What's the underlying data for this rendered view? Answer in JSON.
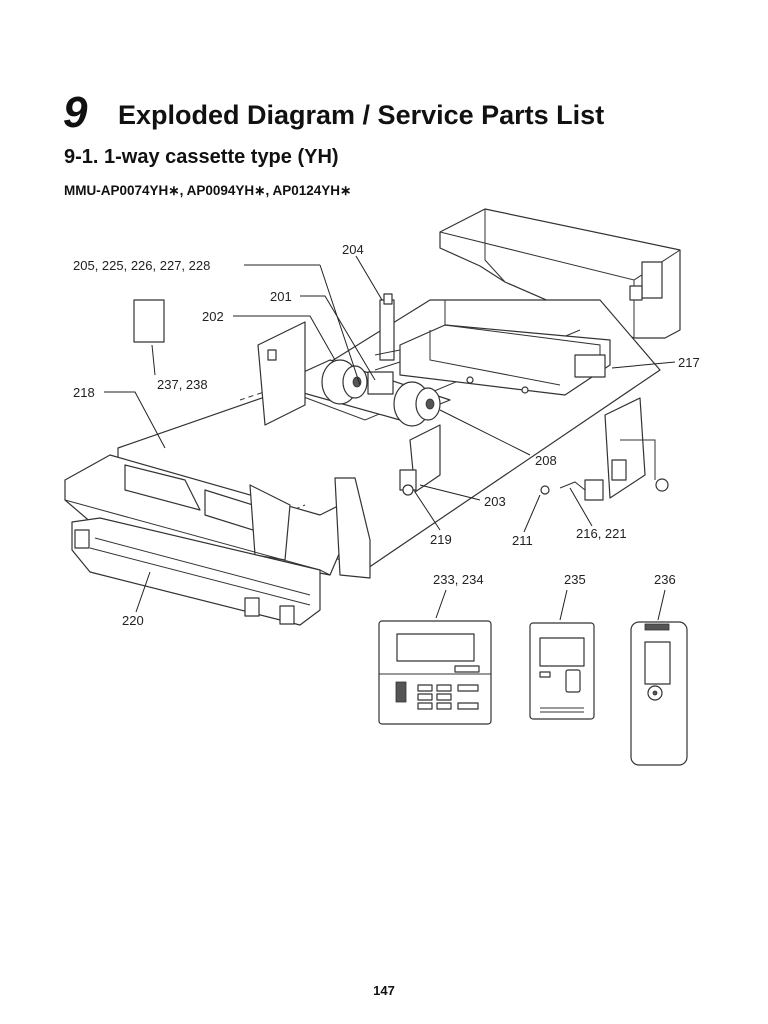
{
  "header": {
    "chapter_number": "9",
    "chapter_title": "Exploded Diagram / Service Parts List",
    "section_title": "9-1.  1-way cassette type (YH)",
    "models": "MMU-AP0074YH∗, AP0094YH∗, AP0124YH∗"
  },
  "callouts": {
    "c204": "204",
    "c205": "205, 225, 226, 227, 228",
    "c201": "201",
    "c202": "202",
    "c217": "217",
    "c237": "237, 238",
    "c218": "218",
    "c208": "208",
    "c203": "203",
    "c219": "219",
    "c211": "211",
    "c216": "216, 221",
    "c220": "220",
    "c233": "233, 234",
    "c235": "235",
    "c236": "236"
  },
  "footer": {
    "page_number": "147"
  }
}
